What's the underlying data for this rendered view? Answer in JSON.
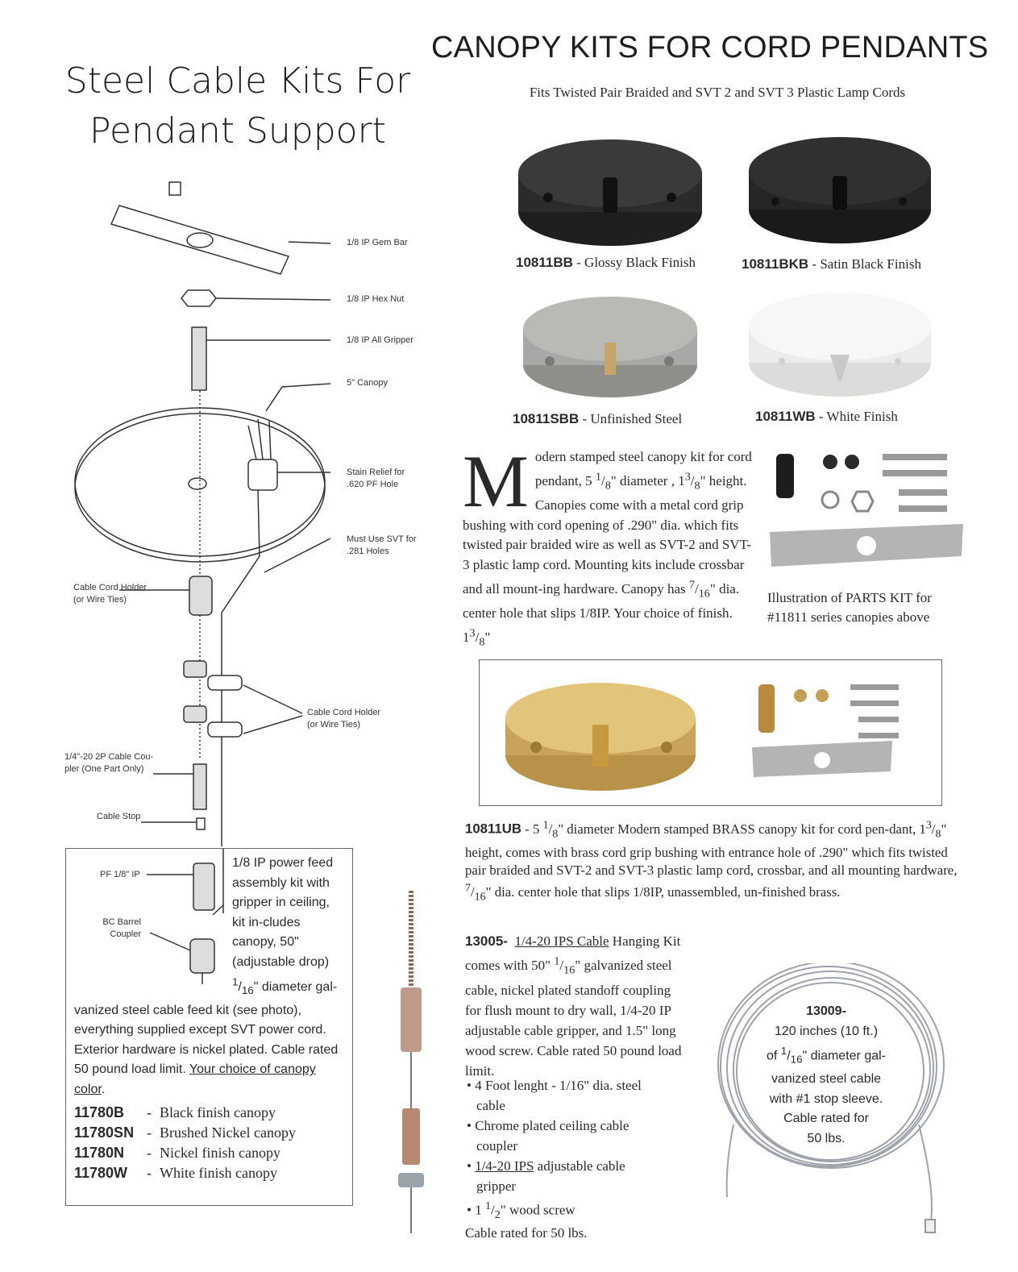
{
  "left_title_line1": "Steel Cable Kits For",
  "left_title_line2": "Pendant Support",
  "right_title": "CANOPY KITS FOR CORD PENDANTS",
  "subtitle": "Fits Twisted Pair Braided and SVT 2 and SVT 3 Plastic Lamp Cords",
  "canopies": [
    {
      "code": "10811BB",
      "label": " - Glossy Black Finish",
      "color": "#2b2b2b"
    },
    {
      "code": "10811BKB",
      "label": " - Satin Black Finish",
      "color": "#262626"
    },
    {
      "code": "10811SBB",
      "label": " - Unfinished Steel",
      "color": "#a8a9a6"
    },
    {
      "code": "10811WB",
      "label": " - White Finish",
      "color": "#f3f3f2"
    }
  ],
  "diagram_callouts": {
    "gem_bar": "1/8 IP Gem Bar",
    "hex_nut": "1/8 IP Hex Nut",
    "all_gripper": "1/8 IP All Gripper",
    "canopy": "5\" Canopy",
    "strain_relief_1": "Stain Relief for",
    "strain_relief_2": ".620 PF Hole",
    "must_use_1": "Must Use SVT for",
    "must_use_2": ".281 Holes",
    "cord_holder_a1": "Cable Cord Holder",
    "cord_holder_a2": "(or Wire Ties)",
    "cord_holder_b1": "Cable Cord Holder",
    "cord_holder_b2": "(or Wire Ties)",
    "coupler_1": "1/4\"-20 2P Cable Cou-",
    "coupler_2": "pler (One Part Only)",
    "cable_stop": "Cable Stop",
    "pf_ip": "PF 1/8\" IP",
    "bc_barrel_1": "BC Barrel",
    "bc_barrel_2": "Coupler"
  },
  "modern_kit": {
    "dropcap": "M",
    "text_html": "odern stamped steel canopy kit for cord pendant, 5 <sup>1</sup>/<sub>8</sub>\" diameter , 1<sup>3</sup>/<sub>8</sub>\" height. Canopies come with a metal cord grip bushing with cord opening of .290\" dia.  which fits twisted pair braided wire as well as  SVT-2 and SVT-3 plastic lamp cord. Mounting kits include crossbar and all mount-ing hardware. Canopy has <sup>7</sup>/<sub>16</sub>\" dia. center hole that slips 1/8IP. Your choice of finish. 1<sup>3</sup>/<sub>8</sub>\""
  },
  "parts_kit_caption_1": "Illustration of PARTS KIT for",
  "parts_kit_caption_2": "#11811 series  canopies above",
  "brass_kit": {
    "code": "10811UB",
    "text_html": " - 5 <sup>1</sup>/<sub>8</sub>\" diameter Modern stamped BRASS canopy kit for cord pen-dant, 1<sup>3</sup>/<sub>8</sub>\" height, comes with brass cord grip bushing with entrance hole of .290\" which fits twisted pair braided and SVT-2 and SVT-3 plastic lamp cord, crossbar, and all mounting hardware, <sup>7</sup>/<sub>16</sub>\" dia. center hole that slips 1/8IP, unassembled, un-finished brass."
  },
  "feed_kit": {
    "text_html": "1/8 IP power feed assembly kit with gripper in ceiling, kit in-cludes canopy, 50\" (adjustable drop) <sup>1</sup>/<sub>16</sub>\" diameter gal-vanized steel cable feed kit (see photo), everything supplied except SVT power cord. Exterior hardware is nickel plated. Cable rated 50 pound load limit. <span class=\"u\">Your choice of canopy color</span>.",
    "rows": [
      {
        "code": "11780B",
        "desc": "Black finish canopy"
      },
      {
        "code": "11780SN",
        "desc": "Brushed Nickel canopy"
      },
      {
        "code": "11780N",
        "desc": "Nickel finish canopy"
      },
      {
        "code": "11780W",
        "desc": "White finish canopy"
      }
    ]
  },
  "hanging_kit": {
    "code": "13005-",
    "link": "1/4-20 IPS Cable",
    "text_html": " Hanging Kit comes with 50\" <sup>1</sup>/<sub>16</sub>\" galvanized steel cable, nickel plated standoff coupling for flush mount to dry wall, 1/4-20 IP adjustable cable gripper, and 1.5\" long wood screw. Cable rated 50 pound load limit.",
    "bullets": [
      "• 4 Foot lenght - 1/16\" dia. steel cable",
      "• Chrome plated ceiling cable coupler",
      "• <span class=\"u\">1/4-20 IPS</span> adjustable cable gripper",
      "• 1 <sup>1</sup>/<sub>2</sub>\" wood screw"
    ],
    "footer": "Cable rated for 50 lbs."
  },
  "cable_13009": {
    "code": "13009-",
    "line1": "120 inches (10 ft.)",
    "line2_html": "of <sup>1</sup>/<sub>16</sub>\" diameter gal-",
    "line3": "vanized steel cable",
    "line4": "with #1 stop sleeve.",
    "line5": "Cable rated for",
    "line6": "50 lbs."
  }
}
